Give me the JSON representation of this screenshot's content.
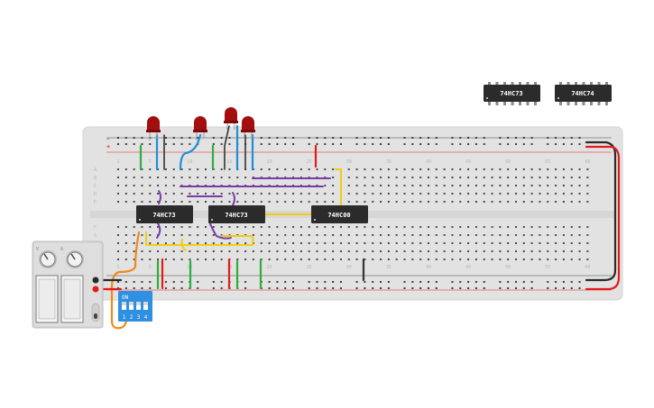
{
  "breadboard": {
    "column_numbers": [
      "1",
      "5",
      "10",
      "15",
      "20",
      "25",
      "30",
      "35",
      "40",
      "45",
      "50",
      "55",
      "60"
    ],
    "row_letters_top": [
      "A",
      "B",
      "C",
      "D",
      "E"
    ],
    "row_letters_bottom": [
      "F",
      "G",
      "H",
      "I",
      "J"
    ],
    "rail_plus": "+",
    "rail_minus": "−"
  },
  "chips": {
    "board_chip_1": "74HC73",
    "board_chip_2": "74HC73",
    "board_chip_3": "74HC00",
    "tray_chip_1": "74HC73",
    "tray_chip_2": "74HC74"
  },
  "dip_switch": {
    "label_on": "ON",
    "positions": [
      "1",
      "2",
      "3",
      "4"
    ]
  },
  "power_supply": {
    "knob_labels": [
      "V",
      "A"
    ]
  },
  "colors": {
    "board": "#e2e2e2",
    "rail_red": "#e31b1b",
    "rail_black": "#2a2a2a",
    "wire_green": "#2fae3f",
    "wire_blue": "#1f8fd6",
    "wire_purple": "#7a3aa8",
    "wire_yellow": "#f2cc12",
    "wire_orange": "#f08a1c",
    "led_red": "#a30f0f",
    "chip_body": "#2b2b2b",
    "dip_blue": "#2f8fe0"
  }
}
